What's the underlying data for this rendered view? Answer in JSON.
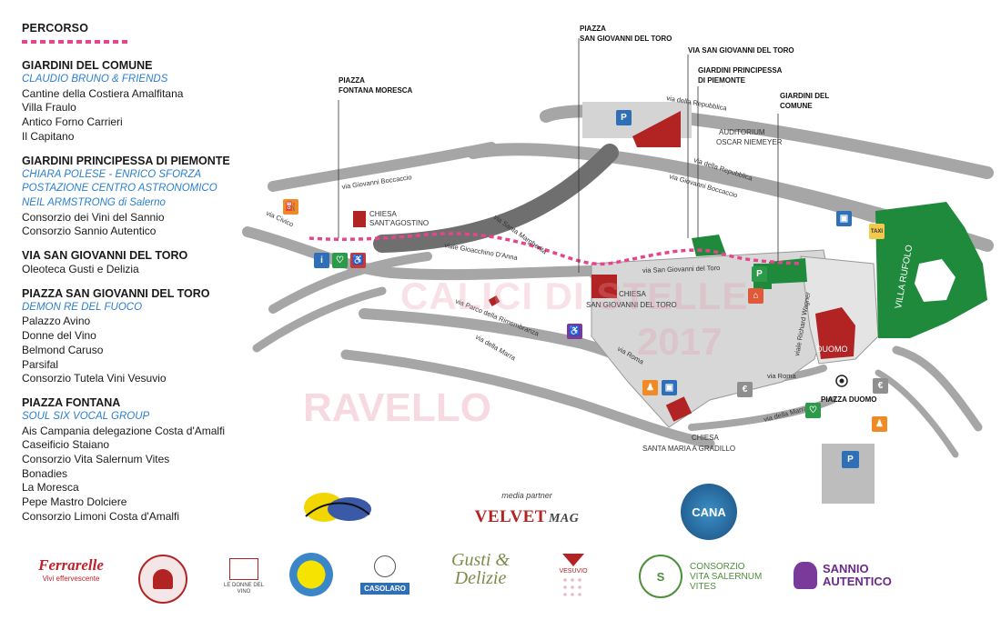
{
  "legend": {
    "title": "PERCORSO",
    "sections": [
      {
        "heading": "GIARDINI DEL COMUNE",
        "highlights": [
          "CLAUDIO BRUNO & FRIENDS"
        ],
        "items": [
          "Cantine della Costiera Amalfitana",
          "Villa Fraulo",
          "Antico Forno Carrieri",
          "Il Capitano"
        ]
      },
      {
        "heading": "GIARDINI PRINCIPESSA DI PIEMONTE",
        "highlights": [
          "CHIARA POLESE - ENRICO SFORZA",
          "POSTAZIONE CENTRO ASTRONOMICO",
          "NEIL ARMSTRONG di Salerno"
        ],
        "items": [
          "Consorzio dei Vini del Sannio",
          "Consorzio Sannio Autentico"
        ]
      },
      {
        "heading": "VIA SAN GIOVANNI DEL TORO",
        "highlights": [],
        "items": [
          "Oleoteca Gusti e Delizia"
        ]
      },
      {
        "heading": "PIAZZA SAN GIOVANNI DEL TORO",
        "highlights": [
          "DEMON RE DEL FUOCO"
        ],
        "items": [
          "Palazzo Avino",
          "Donne del Vino",
          "Belmond Caruso",
          "Parsifal",
          "Consorzio Tutela Vini Vesuvio"
        ]
      },
      {
        "heading": "PIAZZA FONTANA",
        "highlights": [
          "SOUL SIX VOCAL GROUP"
        ],
        "items": [
          "Ais Campania delegazione Costa d'Amalfi",
          "Caseificio Staiano",
          "Consorzio Vita Salernum Vites",
          "Bonadies",
          "La Moresca",
          "Pepe Mastro Dolciere",
          "Consorzio Limoni Costa d'Amalfi"
        ]
      }
    ]
  },
  "map": {
    "callouts": {
      "piazza_fontana_moresca": [
        "PIAZZA",
        "FONTANA MORESCA"
      ],
      "piazza_san_giovanni": [
        "PIAZZA",
        "SAN GIOVANNI DEL TORO"
      ],
      "via_san_giovanni": [
        "VIA SAN GIOVANNI DEL TORO"
      ],
      "giardini_principessa": [
        "GIARDINI PRINCIPESSA",
        "DI PIEMONTE"
      ],
      "giardini_comune": [
        "GIARDINI DEL",
        "COMUNE"
      ],
      "piazza_duomo": [
        "PIAZZA DUOMO"
      ]
    },
    "places": {
      "auditorium": [
        "AUDITORIUM",
        "OSCAR NIEMEYER"
      ],
      "chiesa_agostino": [
        "CHIESA",
        "SANT'AGOSTINO"
      ],
      "chiesa_san_giovanni": [
        "CHIESA",
        "SAN GIOVANNI DEL TORO"
      ],
      "chiesa_santa_maria": [
        "CHIESA",
        "SANTA MARIA A GRADILLO"
      ],
      "duomo": "DUOMO",
      "villa_rufolo": "VILLA RUFOLO"
    },
    "roads": {
      "repubblica_1": "via della Repubblica",
      "repubblica_2": "via della Repubblica",
      "boccaccio_1": "via Giovanni Boccaccio",
      "boccaccio_2": "via Giovanni Boccaccio",
      "santa_margherita": "via Santa Margherita",
      "gioacchino": "viale Gioacchino D'Anna",
      "san_giovanni": "via San Giovanni del Toro",
      "richard_wagner": "viale Richard Wagner",
      "roma_1": "via Roma",
      "roma_2": "via Roma",
      "marra_1": "via della Marra",
      "marra_2": "via della Marra",
      "rimembranza": "via Parco della Rimembranza",
      "civico": "via Civico"
    },
    "icons": {
      "parking": "P",
      "info": "i",
      "euro": "€",
      "taxi": "TAXI",
      "bus_icon": "bus-icon",
      "toilet_icon": "toilet-icon",
      "home_icon": "home-icon",
      "fuel_icon": "fuel-icon",
      "heart_icon": "heart-icon",
      "wheelchair_icon": "wheelchair-icon"
    },
    "watermark": [
      "CALICI DI STELLE",
      "2017",
      "RAVELLO"
    ]
  },
  "colors": {
    "route": "#e6448d",
    "garden": "#1f8a3c",
    "church": "#b22424",
    "road": "#a6a6a6",
    "highlight_text": "#2a7fd0",
    "info": "#2f6fb7",
    "fuel": "#f08a24",
    "disabled": "#2c9a4a",
    "purple": "#7a3a9a"
  },
  "sponsors": {
    "media_partner_label": "media partner",
    "velvet_a": "VELVET",
    "velvet_b": "MAG",
    "cana": "CANA",
    "ferrarelle": "Ferrarelle",
    "ferrarelle_sub": "Vivi effervescente",
    "casolaro": "CASOLARO",
    "gusti_a": "Gusti &",
    "gusti_b": "Delizie",
    "vesuvio": "VESUVIO",
    "consorzio": [
      "CONSORZIO",
      "VITA SALERNUM",
      "VITES"
    ],
    "sannio": [
      "SANNIO",
      "AUTENTICO"
    ],
    "donne_vino": [
      "LE DONNE",
      "DEL VINO"
    ]
  }
}
